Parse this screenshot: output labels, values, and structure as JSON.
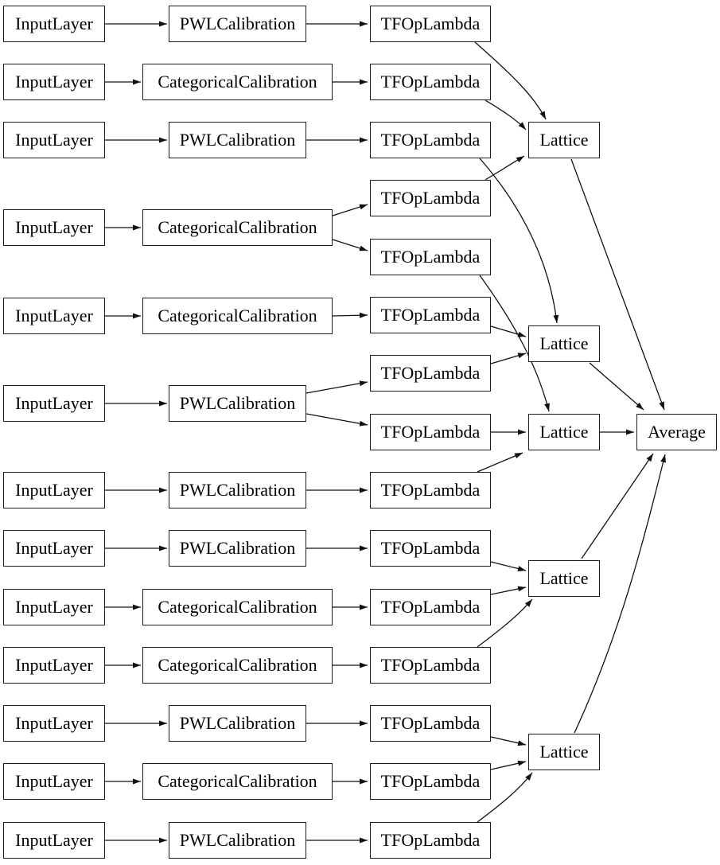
{
  "diagram": {
    "title": "keras model graph",
    "type": "model-graph",
    "columns": [
      "InputLayer",
      "Calibration",
      "TFOpLambda",
      "Lattice",
      "Average"
    ],
    "colors": {
      "background": "#ffffff",
      "node_border": "#1c1c1c",
      "edge": "#111111",
      "text": "#000000"
    },
    "nodes": [
      {
        "id": "il1",
        "label": "InputLayer"
      },
      {
        "id": "il2",
        "label": "InputLayer"
      },
      {
        "id": "il3",
        "label": "InputLayer"
      },
      {
        "id": "il4",
        "label": "InputLayer"
      },
      {
        "id": "il5",
        "label": "InputLayer"
      },
      {
        "id": "il6",
        "label": "InputLayer"
      },
      {
        "id": "il7",
        "label": "InputLayer"
      },
      {
        "id": "il8",
        "label": "InputLayer"
      },
      {
        "id": "il9",
        "label": "InputLayer"
      },
      {
        "id": "il10",
        "label": "InputLayer"
      },
      {
        "id": "il11",
        "label": "InputLayer"
      },
      {
        "id": "il12",
        "label": "InputLayer"
      },
      {
        "id": "il13",
        "label": "InputLayer"
      },
      {
        "id": "cal1",
        "label": "PWLCalibration"
      },
      {
        "id": "cal2",
        "label": "CategoricalCalibration"
      },
      {
        "id": "cal3",
        "label": "PWLCalibration"
      },
      {
        "id": "cal4",
        "label": "CategoricalCalibration"
      },
      {
        "id": "cal5",
        "label": "CategoricalCalibration"
      },
      {
        "id": "cal6",
        "label": "PWLCalibration"
      },
      {
        "id": "cal7",
        "label": "PWLCalibration"
      },
      {
        "id": "cal8",
        "label": "PWLCalibration"
      },
      {
        "id": "cal9",
        "label": "CategoricalCalibration"
      },
      {
        "id": "cal10",
        "label": "CategoricalCalibration"
      },
      {
        "id": "cal11",
        "label": "PWLCalibration"
      },
      {
        "id": "cal12",
        "label": "CategoricalCalibration"
      },
      {
        "id": "cal13",
        "label": "PWLCalibration"
      },
      {
        "id": "tf1",
        "label": "TFOpLambda"
      },
      {
        "id": "tf2",
        "label": "TFOpLambda"
      },
      {
        "id": "tf3",
        "label": "TFOpLambda"
      },
      {
        "id": "tf4",
        "label": "TFOpLambda"
      },
      {
        "id": "tf5",
        "label": "TFOpLambda"
      },
      {
        "id": "tf6",
        "label": "TFOpLambda"
      },
      {
        "id": "tf7",
        "label": "TFOpLambda"
      },
      {
        "id": "tf8",
        "label": "TFOpLambda"
      },
      {
        "id": "tf9",
        "label": "TFOpLambda"
      },
      {
        "id": "tf10",
        "label": "TFOpLambda"
      },
      {
        "id": "tf11",
        "label": "TFOpLambda"
      },
      {
        "id": "tf12",
        "label": "TFOpLambda"
      },
      {
        "id": "tf13",
        "label": "TFOpLambda"
      },
      {
        "id": "tf14",
        "label": "TFOpLambda"
      },
      {
        "id": "tf15",
        "label": "TFOpLambda"
      },
      {
        "id": "lat1",
        "label": "Lattice"
      },
      {
        "id": "lat2",
        "label": "Lattice"
      },
      {
        "id": "lat3",
        "label": "Lattice"
      },
      {
        "id": "lat4",
        "label": "Lattice"
      },
      {
        "id": "lat5",
        "label": "Lattice"
      },
      {
        "id": "avg",
        "label": "Average"
      }
    ],
    "edges": [
      [
        "il1",
        "cal1"
      ],
      [
        "il2",
        "cal2"
      ],
      [
        "il3",
        "cal3"
      ],
      [
        "il4",
        "cal4"
      ],
      [
        "il5",
        "cal5"
      ],
      [
        "il6",
        "cal6"
      ],
      [
        "il7",
        "cal7"
      ],
      [
        "il8",
        "cal8"
      ],
      [
        "il9",
        "cal9"
      ],
      [
        "il10",
        "cal10"
      ],
      [
        "il11",
        "cal11"
      ],
      [
        "il12",
        "cal12"
      ],
      [
        "il13",
        "cal13"
      ],
      [
        "cal1",
        "tf1"
      ],
      [
        "cal2",
        "tf2"
      ],
      [
        "cal3",
        "tf3"
      ],
      [
        "cal4",
        "tf4"
      ],
      [
        "cal4",
        "tf5"
      ],
      [
        "cal5",
        "tf6"
      ],
      [
        "cal6",
        "tf7"
      ],
      [
        "cal6",
        "tf8"
      ],
      [
        "cal7",
        "tf9"
      ],
      [
        "cal8",
        "tf10"
      ],
      [
        "cal9",
        "tf11"
      ],
      [
        "cal10",
        "tf12"
      ],
      [
        "cal11",
        "tf13"
      ],
      [
        "cal12",
        "tf14"
      ],
      [
        "cal13",
        "tf15"
      ],
      [
        "tf1",
        "lat1"
      ],
      [
        "tf2",
        "lat1"
      ],
      [
        "tf4",
        "lat1"
      ],
      [
        "tf3",
        "lat2"
      ],
      [
        "tf6",
        "lat2"
      ],
      [
        "tf7",
        "lat2"
      ],
      [
        "tf5",
        "lat3"
      ],
      [
        "tf8",
        "lat3"
      ],
      [
        "tf9",
        "lat3"
      ],
      [
        "tf10",
        "lat4"
      ],
      [
        "tf11",
        "lat4"
      ],
      [
        "tf12",
        "lat4"
      ],
      [
        "tf13",
        "lat5"
      ],
      [
        "tf14",
        "lat5"
      ],
      [
        "tf15",
        "lat5"
      ],
      [
        "lat1",
        "avg"
      ],
      [
        "lat2",
        "avg"
      ],
      [
        "lat3",
        "avg"
      ],
      [
        "lat4",
        "avg"
      ],
      [
        "lat5",
        "avg"
      ]
    ]
  }
}
